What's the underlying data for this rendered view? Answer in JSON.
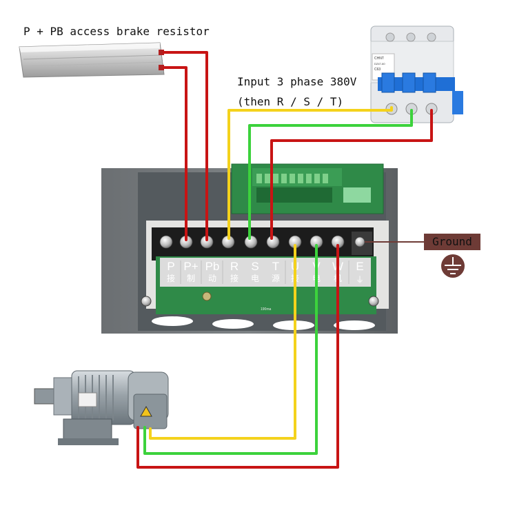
{
  "labels": {
    "brake_resistor": "P + PB access brake resistor",
    "input_power": "Input 3 phase 380V",
    "input_order": "(then R / S / T)",
    "ground": "Ground"
  },
  "terminals": {
    "top_row": [
      "P",
      "P+",
      "Pb",
      "R",
      "S",
      "T",
      "U",
      "V",
      "W",
      "E"
    ],
    "bottom_row": [
      "接",
      "制",
      "动",
      "接",
      "电",
      "源",
      "接",
      "电",
      "机",
      ""
    ]
  },
  "breaker_text": [
    "CHNT",
    "DZ47-60",
    "C63"
  ],
  "pcb_text": "190ma",
  "colors": {
    "wire_red": "#c81414",
    "wire_yellow": "#f4d21c",
    "wire_green": "#3cd23c",
    "enclosure": "#5a5f63",
    "terminal_block": "#1c1c1c",
    "pcb": "#2f8a48",
    "breaker_blue": "#1f6fd6",
    "ground_tag": "#6e3b36"
  },
  "icons": [
    "ground-icon",
    "warning-icon"
  ]
}
